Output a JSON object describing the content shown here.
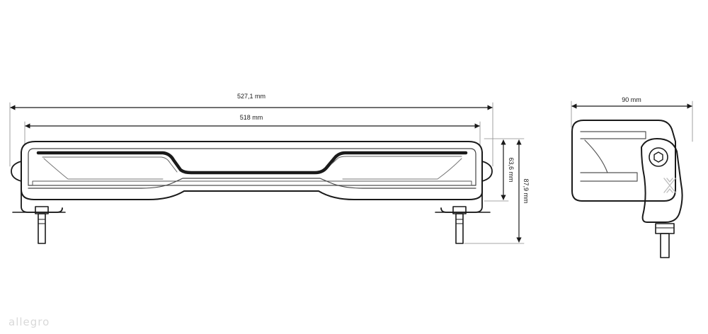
{
  "dimensions": {
    "overall_length": "527,1 mm",
    "lens_length": "518 mm",
    "lens_height": "63,6 mm",
    "total_height": "87,9 mm",
    "depth": "90 mm"
  },
  "watermark": "allegro",
  "colors": {
    "line": "#1a1a1a",
    "light_gray": "#bfbfbf"
  }
}
